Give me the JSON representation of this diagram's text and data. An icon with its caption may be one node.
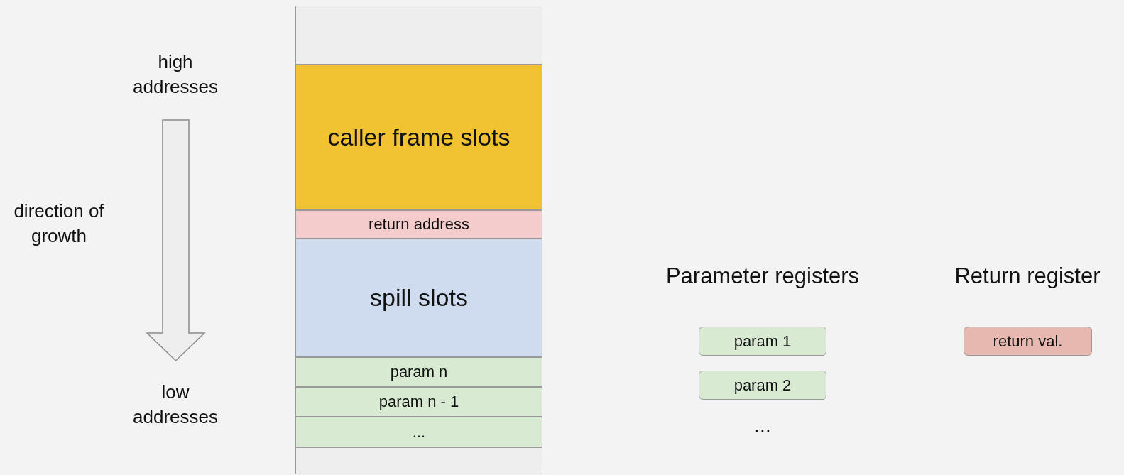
{
  "diagram": {
    "nodes": [
      {
        "text": [],
        "shape": "box"
      },
      {
        "text": [
          "caller frame slots"
        ]
      },
      {
        "text": [
          "return address"
        ]
      },
      {
        "text": [
          "spill slots"
        ]
      },
      {
        "text": [
          "param n"
        ]
      },
      {
        "text": [
          "param n - 1"
        ]
      },
      {
        "text": [
          "..."
        ]
      },
      {
        "text": [],
        "shape": "box"
      },
      {
        "text": [
          "param 1"
        ]
      },
      {
        "text": [
          "param 2"
        ]
      },
      {
        "text": [
          "return val."
        ]
      }
    ],
    "labels": [
      "high addresses",
      "direction of growth",
      "low addresses",
      "Parameter registers",
      "Return register",
      "..."
    ]
  }
}
